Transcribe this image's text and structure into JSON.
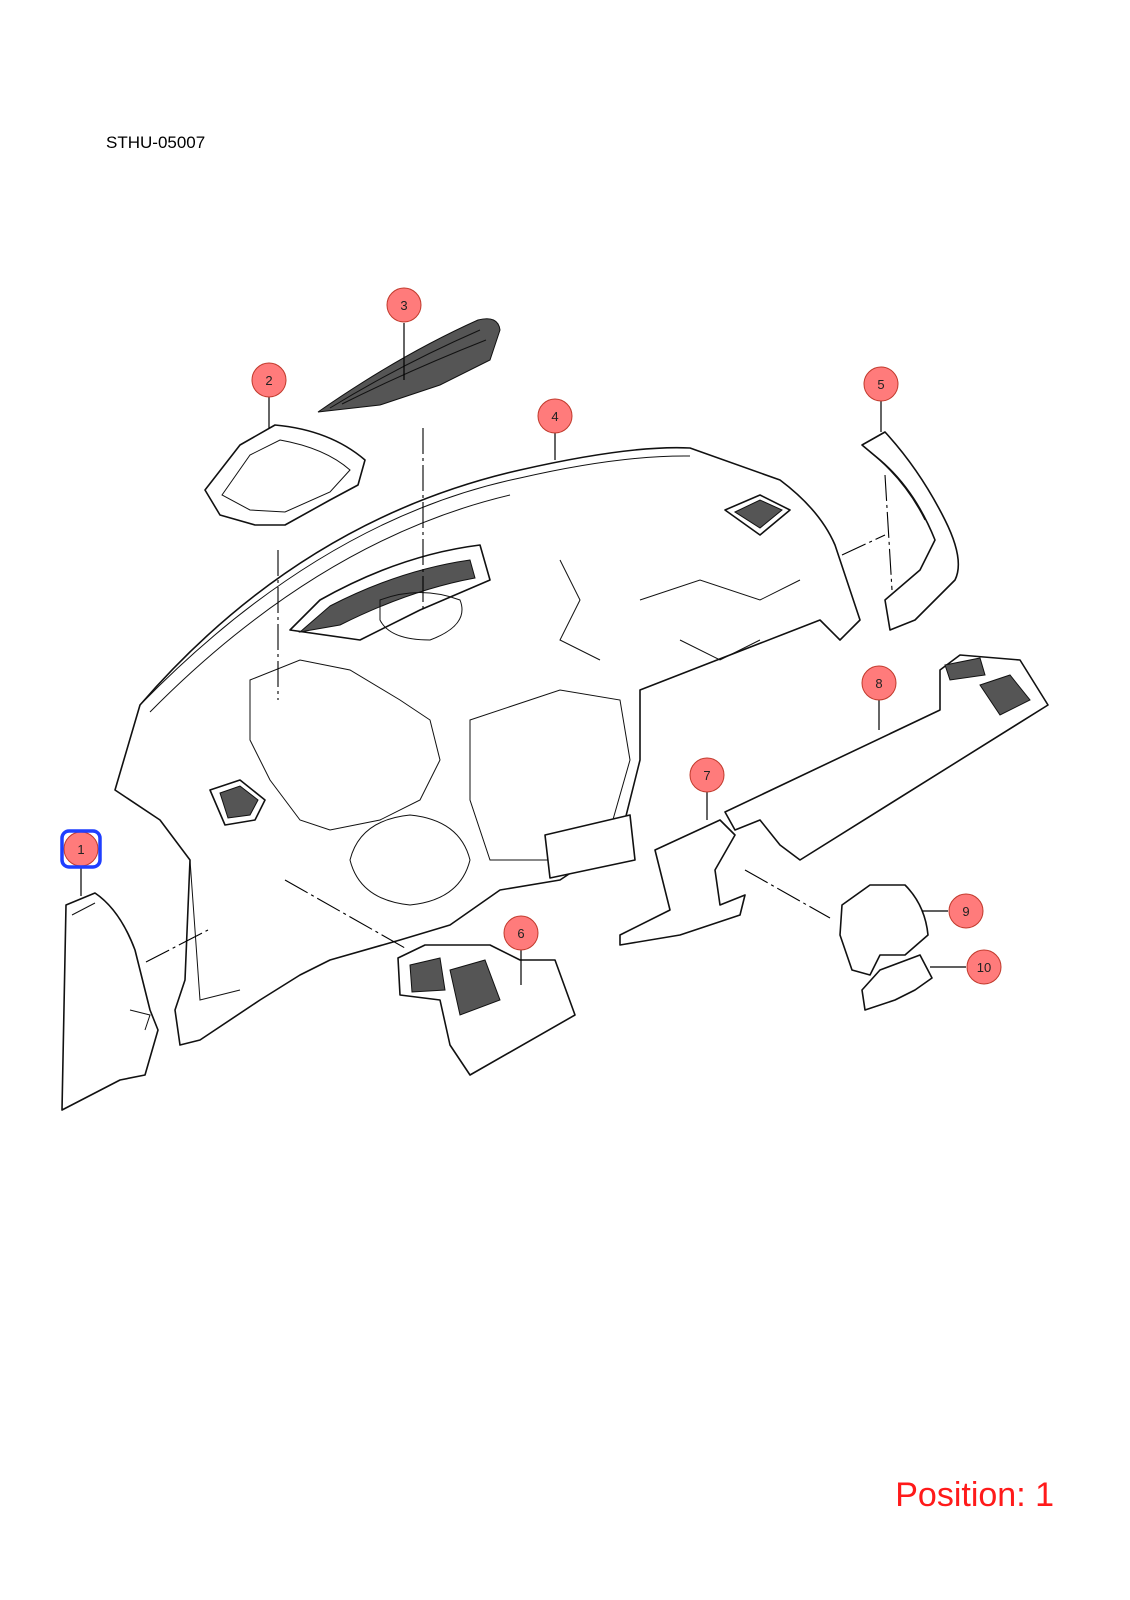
{
  "diagram": {
    "code": "STHU-05007",
    "position_label": "Position: 1",
    "selected_callout": "1",
    "callouts": [
      "1",
      "2",
      "3",
      "4",
      "5",
      "6",
      "7",
      "8",
      "9",
      "10"
    ],
    "colors": {
      "callout_fill": "#ff7b7b",
      "highlight": "#1f3fff",
      "position_text": "#ff1a1a"
    }
  }
}
